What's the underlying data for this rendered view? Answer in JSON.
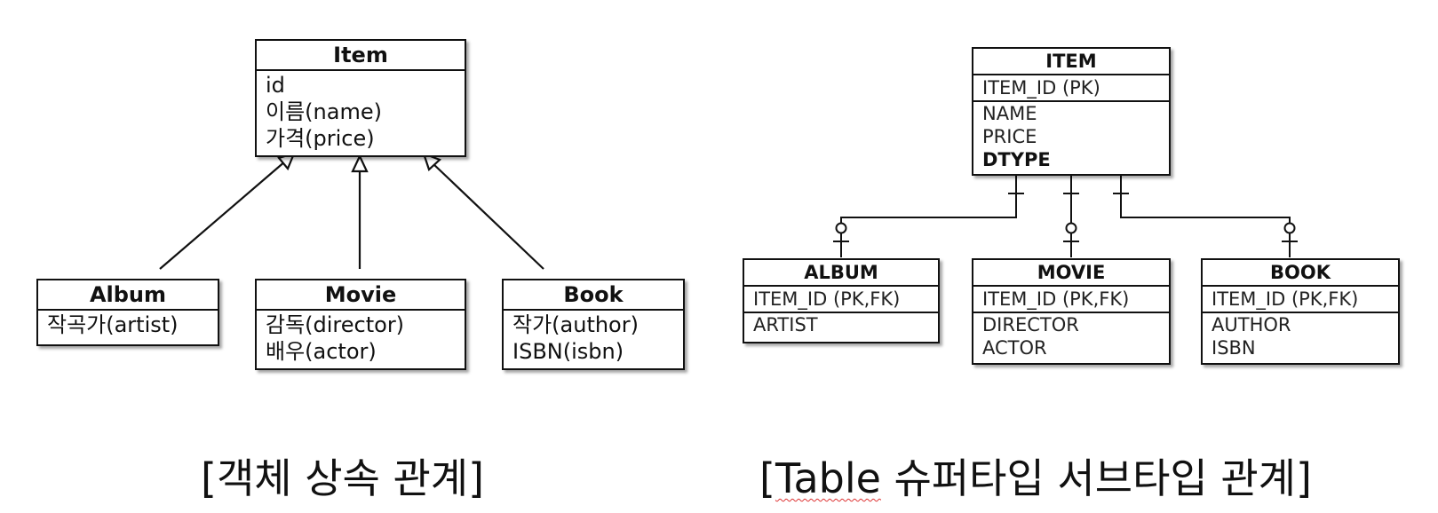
{
  "object_diagram": {
    "parent": {
      "name": "Item",
      "attributes": [
        "id",
        "이름(name)",
        "가격(price)"
      ]
    },
    "children": [
      {
        "name": "Album",
        "attributes": [
          "작곡가(artist)"
        ]
      },
      {
        "name": "Movie",
        "attributes": [
          "감독(director)",
          "배우(actor)"
        ]
      },
      {
        "name": "Book",
        "attributes": [
          "작가(author)",
          "ISBN(isbn)"
        ]
      }
    ],
    "caption": "[객체 상속 관계]"
  },
  "table_diagram": {
    "parent": {
      "name": "ITEM",
      "pk": "ITEM_ID (PK)",
      "columns": [
        "NAME",
        "PRICE"
      ],
      "discriminator": "DTYPE"
    },
    "children": [
      {
        "name": "ALBUM",
        "pk": "ITEM_ID (PK,FK)",
        "columns": [
          "ARTIST"
        ]
      },
      {
        "name": "MOVIE",
        "pk": "ITEM_ID (PK,FK)",
        "columns": [
          "DIRECTOR",
          "ACTOR"
        ]
      },
      {
        "name": "BOOK",
        "pk": "ITEM_ID (PK,FK)",
        "columns": [
          "AUTHOR",
          "ISBN"
        ]
      }
    ],
    "caption_word": "Table",
    "caption_rest": " 슈퍼타입 서브타입 관계]",
    "caption_open": "["
  }
}
